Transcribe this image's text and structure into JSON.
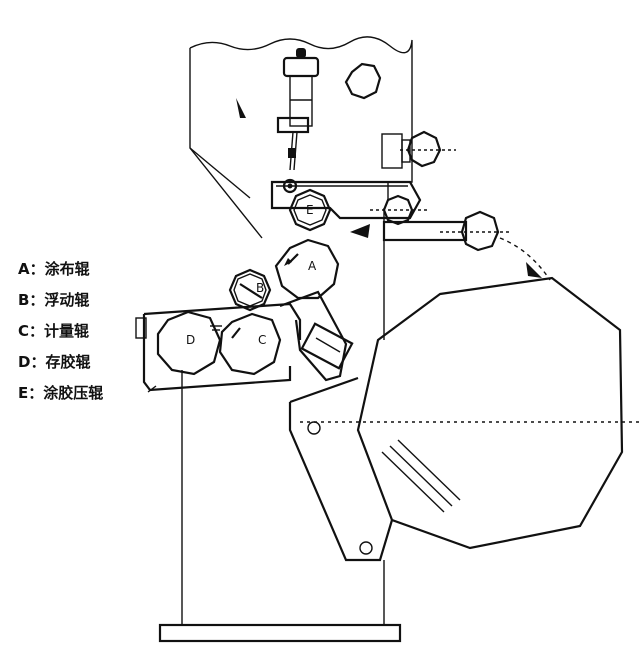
{
  "legend": {
    "items": [
      {
        "key": "A",
        "label": "A：涂布辊"
      },
      {
        "key": "B",
        "label": "B：浮动辊"
      },
      {
        "key": "C",
        "label": "C：计量辊"
      },
      {
        "key": "D",
        "label": "D：存胶辊"
      },
      {
        "key": "E",
        "label": "E：涂胶压辊"
      }
    ]
  },
  "roller_labels": {
    "a": "A",
    "b": "B",
    "c": "C",
    "d": "D",
    "e": "E"
  },
  "colors": {
    "ink": "#111111",
    "background": "#ffffff"
  }
}
